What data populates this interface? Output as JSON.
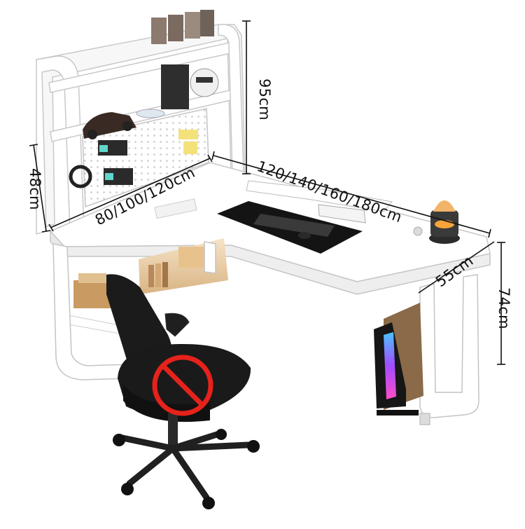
{
  "dimensions": {
    "height_total": "95cm",
    "depth_side": "48cm",
    "width_left": "80/100/120cm",
    "width_right": "120/140/160/180cm",
    "depth_right": "55cm",
    "height_desk": "74cm"
  },
  "icons": [
    "no-chair-prohibition-icon"
  ],
  "colors": {
    "desk": "#ffffff",
    "chair": "#1b1b1b",
    "prohibition": "#e5221b",
    "wood": "#c99a62"
  }
}
